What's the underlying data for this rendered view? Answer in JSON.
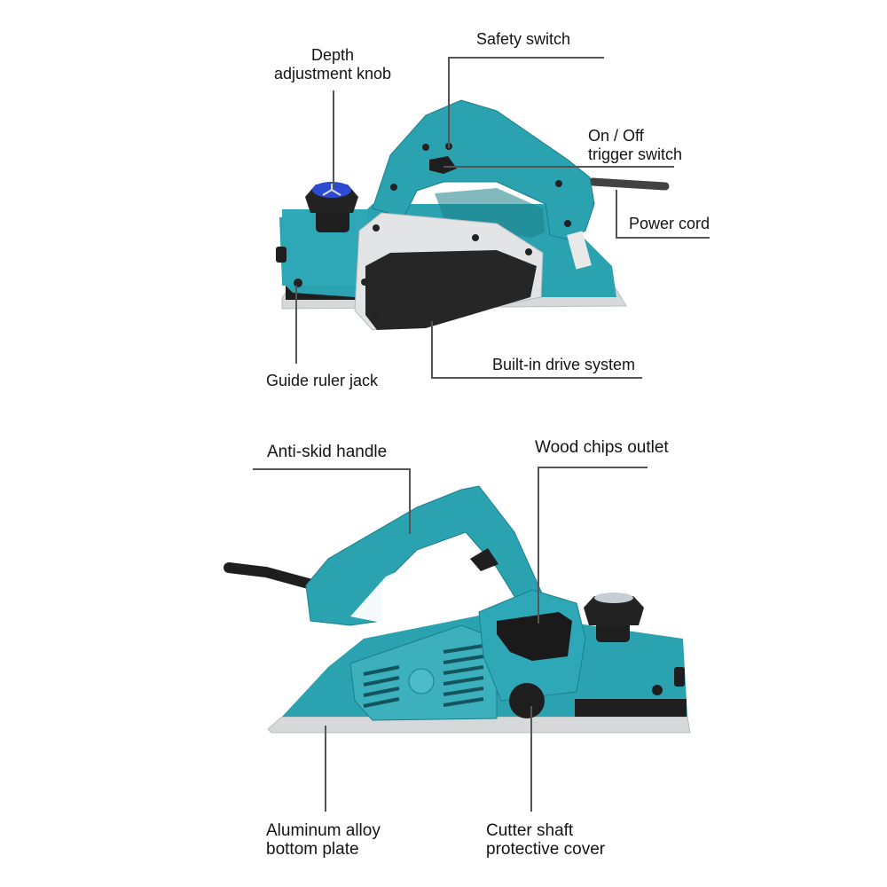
{
  "colors": {
    "body": "#2aa2b0",
    "body_dark": "#1c7f8b",
    "body_light": "#4bbcc8",
    "black_part": "#1e1e1e",
    "aluminum": "#d6d8da",
    "leader_line": "#555555",
    "knob_face": "#2d4bd1"
  },
  "top_view": {
    "callouts": [
      {
        "id": "depth-knob",
        "lines": [
          "Depth",
          "adjustment knob"
        ]
      },
      {
        "id": "safety-switch",
        "lines": [
          "Safety switch"
        ]
      },
      {
        "id": "trigger",
        "lines": [
          "On / Off",
          "trigger switch"
        ]
      },
      {
        "id": "power-cord",
        "lines": [
          "Power cord"
        ]
      },
      {
        "id": "guide-ruler",
        "lines": [
          "Guide ruler jack"
        ]
      },
      {
        "id": "drive-system",
        "lines": [
          "Built-in drive system"
        ]
      }
    ]
  },
  "bottom_view": {
    "callouts": [
      {
        "id": "handle",
        "lines": [
          "Anti-skid handle"
        ]
      },
      {
        "id": "chips-outlet",
        "lines": [
          "Wood chips outlet"
        ]
      },
      {
        "id": "bottom-plate",
        "lines": [
          "Aluminum alloy",
          "bottom plate"
        ]
      },
      {
        "id": "cutter-cover",
        "lines": [
          "Cutter shaft",
          "protective cover"
        ]
      }
    ]
  }
}
